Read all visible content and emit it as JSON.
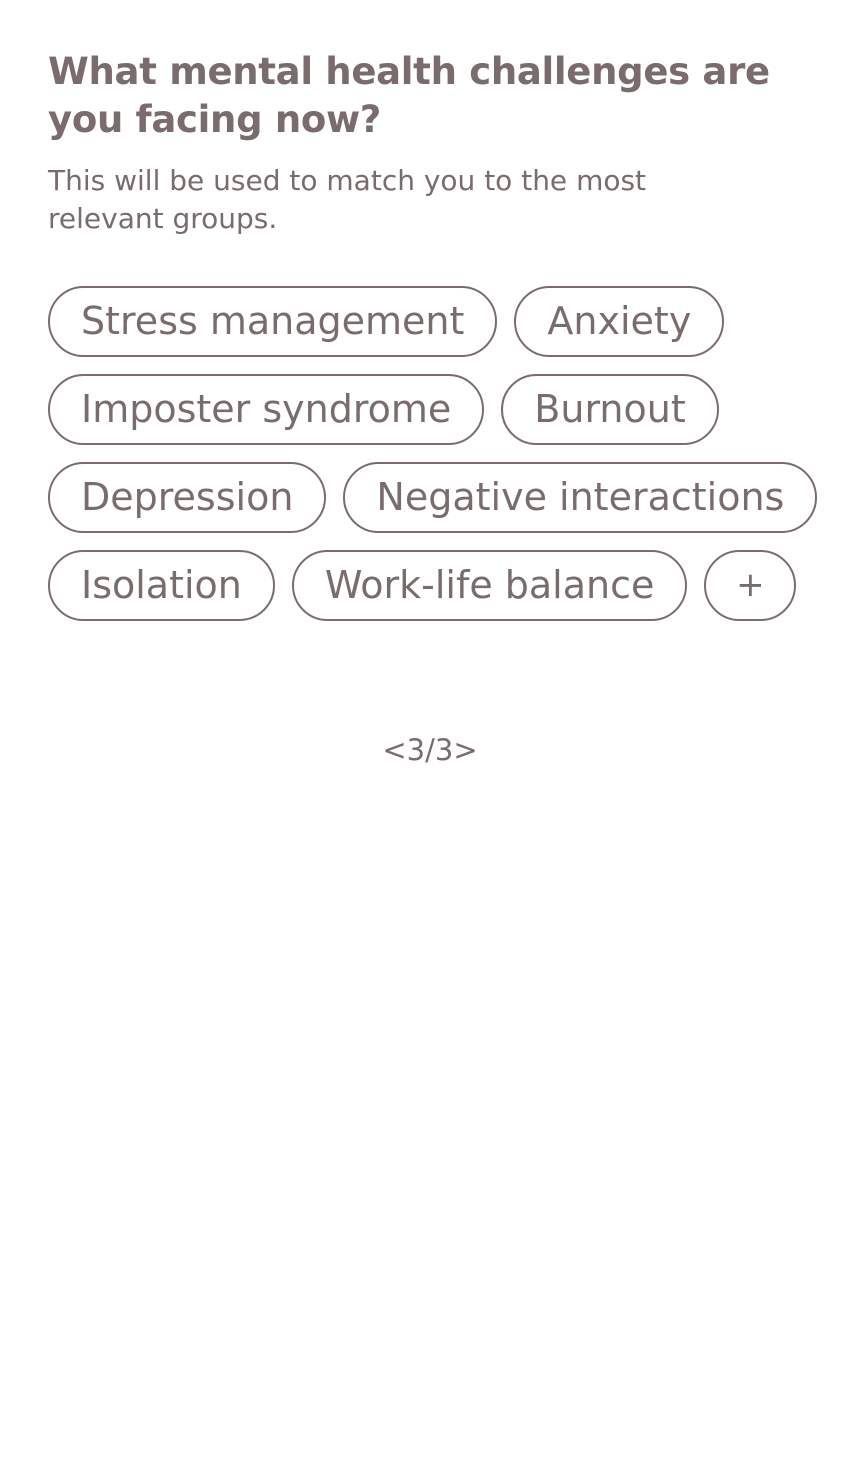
{
  "question": {
    "title": "What mental health challenges are you facing now?",
    "subtitle": "This will be used to match you to the most relevant groups."
  },
  "chips": [
    {
      "label": "Stress management"
    },
    {
      "label": "Anxiety"
    },
    {
      "label": "Imposter syndrome"
    },
    {
      "label": "Burnout"
    },
    {
      "label": "Depression"
    },
    {
      "label": "Negative interactions"
    },
    {
      "label": "Isolation"
    },
    {
      "label": "Work-life balance"
    }
  ],
  "add_chip": {
    "label": "+"
  },
  "pager": {
    "label": "<3/3>"
  }
}
